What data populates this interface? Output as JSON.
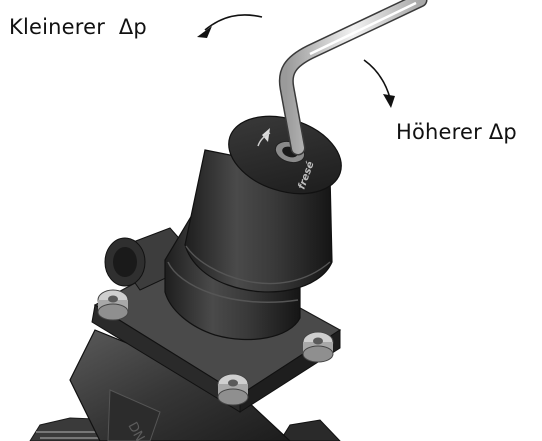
{
  "labels": {
    "decrease": "Kleinerer  Δp",
    "increase": "Höherer Δp"
  },
  "brand": "fresé",
  "colors": {
    "body_dark": "#2b2b2b",
    "body_mid": "#4a4a4a",
    "body_light": "#8a8a8a",
    "wrench": "#d9d9d9",
    "arrow": "#111111"
  },
  "icons": [
    "counterclockwise-arrow-icon",
    "clockwise-arrow-icon",
    "hex-key-icon",
    "bolt-icon"
  ]
}
